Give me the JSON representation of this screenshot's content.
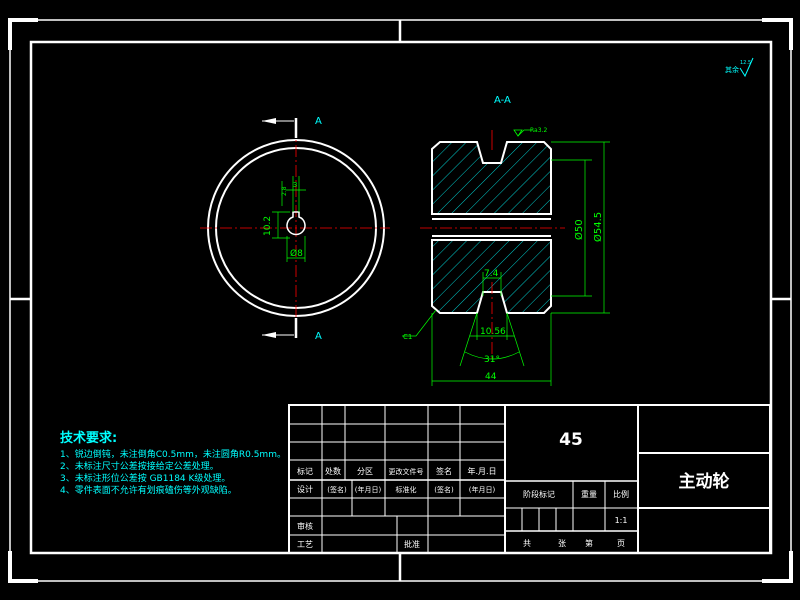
{
  "colors": {
    "background": "#000000",
    "frame": "#ffffff",
    "dimension": "#00ff00",
    "centerline": "#ff0000",
    "section_label": "#00ffff",
    "hatch": "#00ffff",
    "notes": "#00ffff"
  },
  "views": {
    "front_section_mark_top": "A",
    "front_section_mark_bottom": "A",
    "section_title": "A-A",
    "roughness_symbol": "Ra3.2",
    "roughness_corner_label": "其余",
    "roughness_corner_value": "12.5"
  },
  "dimensions": {
    "keyway_width_top": "3",
    "keyway_side": "2.8",
    "keyway_height": "10.2",
    "bore": "Ø8",
    "groove_bottom_width": "7.4",
    "groove_top_width": "10.56",
    "groove_angle": "31°",
    "inner_diameter": "Ø50",
    "outer_diameter": "Ø54.5",
    "width": "44",
    "chamfer": "C1"
  },
  "notes": {
    "title": "技术要求:",
    "items": [
      "1、锐边倒钝，未注倒角C0.5mm，未注圆角R0.5mm。",
      "2、未标注尺寸公差按接给定公差处理。",
      "3、未标注形位公差按 GB1184 K级处理。",
      "4、零件表面不允许有划痕磕伤等外观缺陷。"
    ]
  },
  "title_block": {
    "material": "45",
    "part_name": "主动轮",
    "scale": "1:1",
    "revision_header": [
      "标记",
      "处数",
      "分区",
      "更改文件号",
      "签名",
      "年.月.日"
    ],
    "design_row": [
      "设计",
      "(签名)",
      "(年月日)",
      "标准化",
      "(签名)",
      "(年月日)"
    ],
    "review": "审核",
    "process": "工艺",
    "approve": "批准",
    "stage_header": [
      "阶段标记",
      "重量",
      "比例"
    ],
    "sheet_footer": [
      "共",
      "张",
      "第",
      "页"
    ]
  }
}
